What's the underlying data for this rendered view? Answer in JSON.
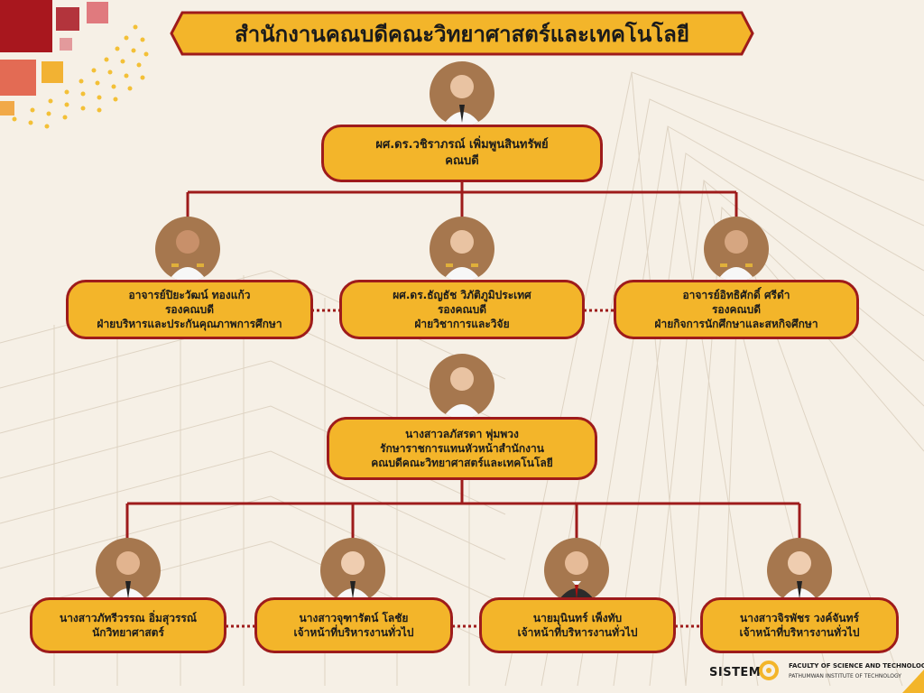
{
  "header": {
    "title": "สำนักงานคณบดีคณะวิทยาศาสตร์และเทคโนโลยี"
  },
  "colors": {
    "box_fill": "#f3b52a",
    "box_border": "#9e1b1b",
    "connector": "#9e1b1b",
    "background": "#f6f0e6"
  },
  "dean": {
    "name": "ผศ.ดร.วชิราภรณ์ เพิ่มพูนสินทรัพย์",
    "role": "คณบดี"
  },
  "vice_deans": [
    {
      "name": "อาจารย์ปิยะวัฒน์ ทองแก้ว",
      "role": "รองคณบดี",
      "dept": "ฝ่ายบริหารและประกันคุณภาพการศึกษา"
    },
    {
      "name": "ผศ.ดร.ธัญธัช วิภัติภูมิประเทศ",
      "role": "รองคณบดี",
      "dept": "ฝ่ายวิชาการและวิจัย"
    },
    {
      "name": "อาจารย์อิทธิศักดิ์ ศรีดำ",
      "role": "รองคณบดี",
      "dept": "ฝ่ายกิจการนักศึกษาและสหกิจศึกษา"
    }
  ],
  "office_head": {
    "name": "นางสาวลภัสรดา พุ่มพวง",
    "role": "รักษาราชการแทนหัวหน้าสำนักงาน",
    "org": "คณบดีคณะวิทยาศาสตร์และเทคโนโลยี"
  },
  "staff": [
    {
      "name": "นางสาวภัทรีวรรณ อิ่มสุวรรณ์",
      "role": "นักวิทยาศาสตร์"
    },
    {
      "name": "นางสาวจุฑารัตน์ โลชัย",
      "role": "เจ้าหน้าที่บริหารงานทั่วไป"
    },
    {
      "name": "นายมุนินทร์ เพ็งทับ",
      "role": "เจ้าหน้าที่บริหารงานทั่วไป"
    },
    {
      "name": "นางสาวจิรพัชร วงค์จันทร์",
      "role": "เจ้าหน้าที่บริหารงานทั่วไป"
    }
  ],
  "footer": {
    "logo_text": "SISTEM",
    "faculty": "FACULTY OF SCIENCE AND TECHNOLOGY",
    "institute": "PATHUMWAN INSTITUTE OF TECHNOLOGY"
  }
}
